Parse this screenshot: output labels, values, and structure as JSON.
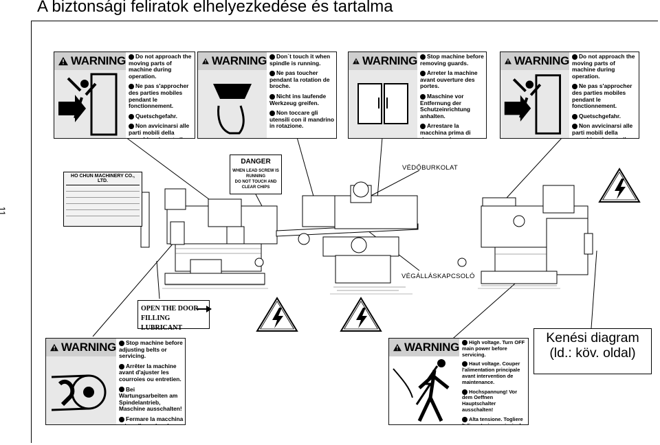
{
  "page": {
    "title": "A biztonsági feliratok elhelyezkedése és tartalma",
    "page_number": "11"
  },
  "warning_word": "WARNING",
  "labels": [
    {
      "lines": [
        "Do not approach the moving parts of machine during operation.",
        "Ne pas s'approcher des parties mobiles pendant le fonctionnement.",
        "Quetschgefahr.",
        "Non avvicinarsi alle parti mobili della macchina durante il suo funzionamento."
      ]
    },
    {
      "lines": [
        "Don`t touch it when spindle is running.",
        "Ne pas toucher pendant la rotation de broche.",
        "Nicht ins laufende Werkzeug greifen.",
        "Non toccare gli utensili con il mandrino in rotazione."
      ]
    },
    {
      "lines": [
        "Stop machine before removing guards.",
        "Arreter la machine avant ouverture des portes.",
        "Maschine vor Entfernung der Schutzeinrichtung anhalten.",
        "Arrestare la macchina prima di rimuovere le protezioni."
      ]
    },
    {
      "lines": [
        "Do not approach the moving parts of machine during operation.",
        "Ne pas s'approcher des parties mobiles pendant le fonctionnement.",
        "Quetschgefahr.",
        "Non avvicinarsi alle parti mobili della macchina durante il suo funzionamento."
      ]
    },
    {
      "lines": [
        "Stop machine before adjusting belts or servicing.",
        "Arrêter la machine avant d'ajuster les courroies ou entretien.",
        "Bei Wartungsarbeiten am Spindelantrieb, Maschine ausschalten!",
        "Fermare la macchina prima di regolare le cinghie o eseguire un intervento."
      ]
    },
    {
      "lines": [
        "High voltage. Turn OFF main power before servicing.",
        "Haut voltage. Couper l'alimentation principale avant intervention de maintenance.",
        "Hochspannung! Vor dem Oeffnen Hauptschalter ausschalten!",
        "Alta tensione. Togliere l'alimentazione principale prima di intervenire."
      ]
    }
  ],
  "annotations": {
    "vedoburkolat": "VÉDŐBURKOLAT",
    "vegallaskapcsolo": "VÉGÁLLÁSKAPCSOLÓ"
  },
  "lube_sign": {
    "line1": "OPEN THE DOOR",
    "line2": "FILLING LUBRICANT"
  },
  "danger_sign": {
    "heading": "DANGER",
    "line1": "WHEN LEAD SCREW IS RUNNING",
    "line2": "DO NOT TOUCH AND CLEAR CHIPS"
  },
  "nameplate": {
    "company": "HO CHUN MACHINERY CO., LTD."
  },
  "lubrication_note": {
    "line1": "Kenési diagram",
    "line2": "(ld.: köv. oldal)"
  },
  "colors": {
    "label_bar": "#cfcfcf",
    "ink": "#000000"
  }
}
